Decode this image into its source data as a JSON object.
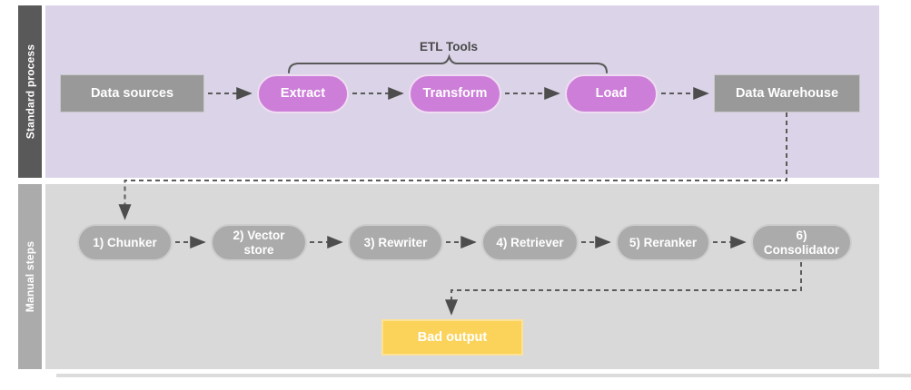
{
  "lanes": [
    {
      "id": "standard",
      "label": "Standard process"
    },
    {
      "id": "manual",
      "label": "Manual steps"
    }
  ],
  "group_label": "ETL Tools",
  "nodes": {
    "data_sources": {
      "label": "Data sources",
      "shape": "rectangle",
      "color": "#999999"
    },
    "extract": {
      "label": "Extract",
      "shape": "pill",
      "color": "#CC7ED8"
    },
    "transform": {
      "label": "Transform",
      "shape": "pill",
      "color": "#CC7ED8"
    },
    "load": {
      "label": "Load",
      "shape": "pill",
      "color": "#CC7ED8"
    },
    "data_warehouse": {
      "label": "Data Warehouse",
      "shape": "rectangle",
      "color": "#999999"
    },
    "chunker": {
      "label": "1) Chunker",
      "shape": "pill",
      "color": "#ABABAB"
    },
    "vector_store": {
      "label": "2) Vector store",
      "shape": "pill",
      "color": "#ABABAB"
    },
    "rewriter": {
      "label": "3) Rewriter",
      "shape": "pill",
      "color": "#ABABAB"
    },
    "retriever": {
      "label": "4) Retriever",
      "shape": "pill",
      "color": "#ABABAB"
    },
    "reranker": {
      "label": "5) Reranker",
      "shape": "pill",
      "color": "#ABABAB"
    },
    "consolidator": {
      "label": "6) Consolidator",
      "shape": "pill",
      "color": "#ABABAB"
    },
    "bad_output": {
      "label": "Bad output",
      "shape": "rectangle",
      "color": "#FBD35B"
    }
  },
  "colors": {
    "standard_lane_bg": "#DBD3E7",
    "manual_lane_bg": "#D9D9D9",
    "standard_lane_bar": "#595959",
    "manual_lane_bar": "#ABABAB",
    "etl_pill": "#CC7ED8",
    "gray_node": "#999999",
    "gray_pill": "#ABABAB",
    "bad_output": "#FBD35B",
    "connector": "#5A5A5A",
    "node_text": "#FFFFFF"
  },
  "flow": {
    "standard": [
      "Data sources",
      "Extract",
      "Transform",
      "Load",
      "Data Warehouse"
    ],
    "manual": [
      "1) Chunker",
      "2) Vector store",
      "3) Rewriter",
      "4) Retriever",
      "5) Reranker",
      "6) Consolidator",
      "Bad output"
    ],
    "cross_lane": "Data Warehouse -> 1) Chunker"
  }
}
